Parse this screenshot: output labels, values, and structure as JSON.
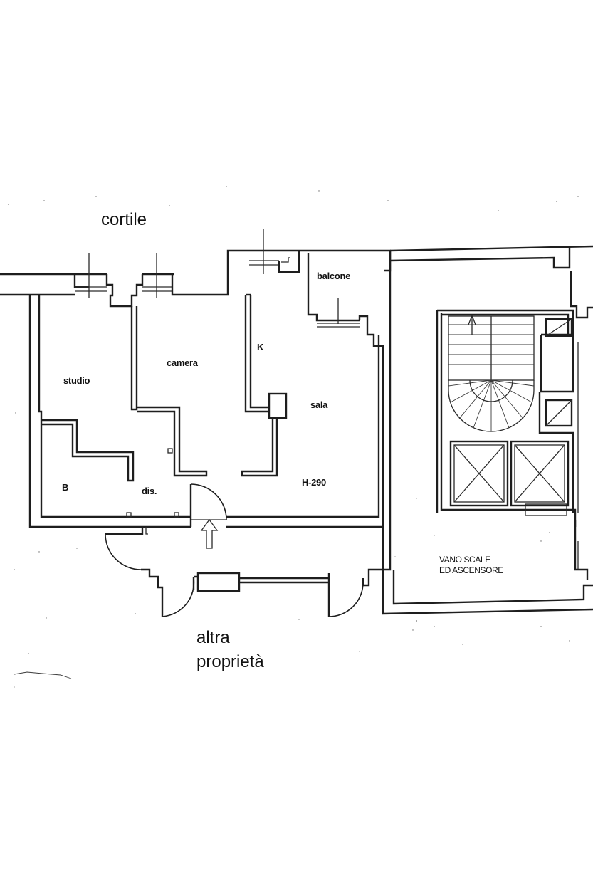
{
  "labels": {
    "courtyard": "cortile",
    "other_line1": "altra",
    "other_line2": "proprietà",
    "studio": "studio",
    "camera": "camera",
    "kitchen": "K",
    "balcony": "balcone",
    "living": "sala",
    "bath": "B",
    "hall": "dis.",
    "height": "H-290",
    "stair_line1": "VANO SCALE",
    "stair_line2": "ED ASCENSORE"
  },
  "colors": {
    "ink": "#1e1e1e",
    "paper": "#ffffff"
  },
  "icons": {
    "entrance": "entrance-arrow-icon",
    "elevator": "elevator-cross-icon"
  }
}
